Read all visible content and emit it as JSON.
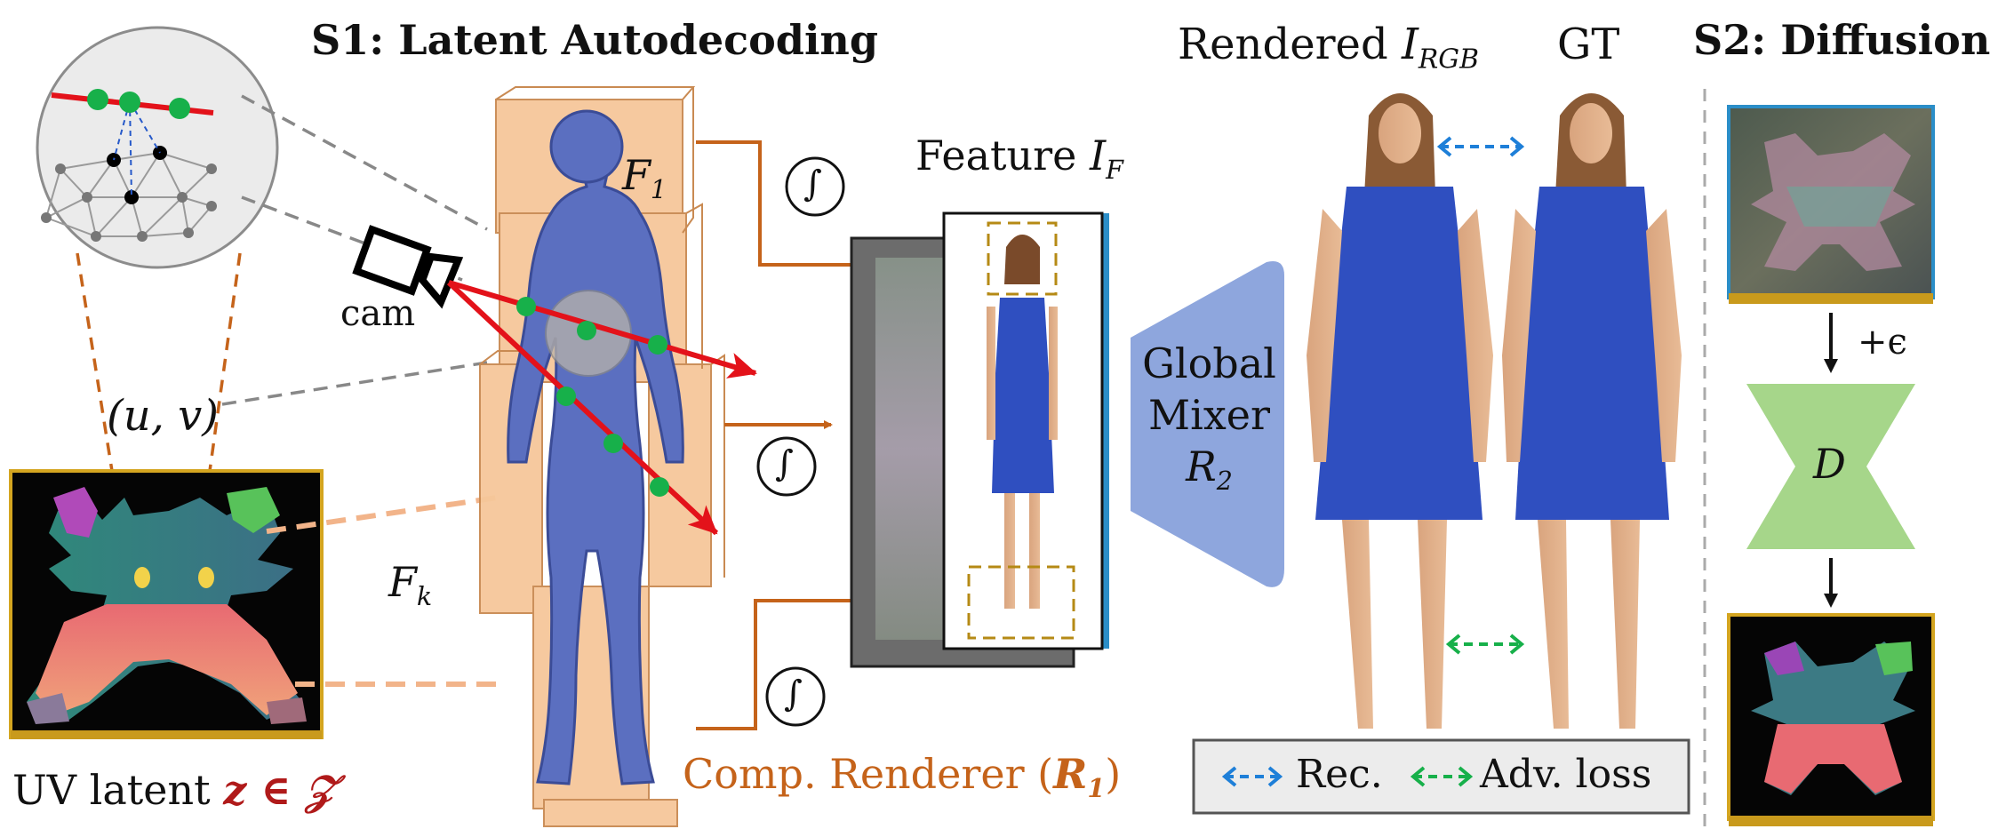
{
  "headings": {
    "s1": "S1: Latent Autodecoding",
    "s2": "S2: Diffusion"
  },
  "labels": {
    "cam": "cam",
    "uv_coord": "(u, v)",
    "f1_main": "F",
    "f1_sub": "1",
    "fk_main": "F",
    "fk_sub": "k",
    "feature_text": "Feature ",
    "feature_sym": "I",
    "feature_sub": "F",
    "global_mixer_l1": "Global",
    "global_mixer_l2": "Mixer",
    "global_mixer_sym": "R",
    "global_mixer_sub": "2",
    "rendered_text": "Rendered ",
    "rendered_sym": "I",
    "rendered_sub": "RGB",
    "gt": "GT",
    "integral": "∫",
    "plus_eps": "+ϵ",
    "denoiser": "D",
    "uv_latent_text": "UV latent ",
    "uv_latent_math": "z ∈ 𝒵",
    "comp_renderer_text": "Comp. Renderer (",
    "comp_renderer_sym": "R",
    "comp_renderer_sub": "1",
    "comp_renderer_close": ")"
  },
  "legend": {
    "rec": "Rec.",
    "adv": "Adv. loss"
  },
  "colors": {
    "orange_arrow": "#c5631a",
    "red_ray": "#e3121a",
    "sample_point": "#17b04a",
    "rec_blue": "#1e7fd8",
    "adv_green": "#17b04a",
    "mixer_blue": "#8ea6dd",
    "denoiser_green": "#a6d68a",
    "body_blue": "#5b6fc0",
    "box_peach": "#f6c79a",
    "dress_blue": "#2f4fc0",
    "map_border": "#d4a520"
  }
}
